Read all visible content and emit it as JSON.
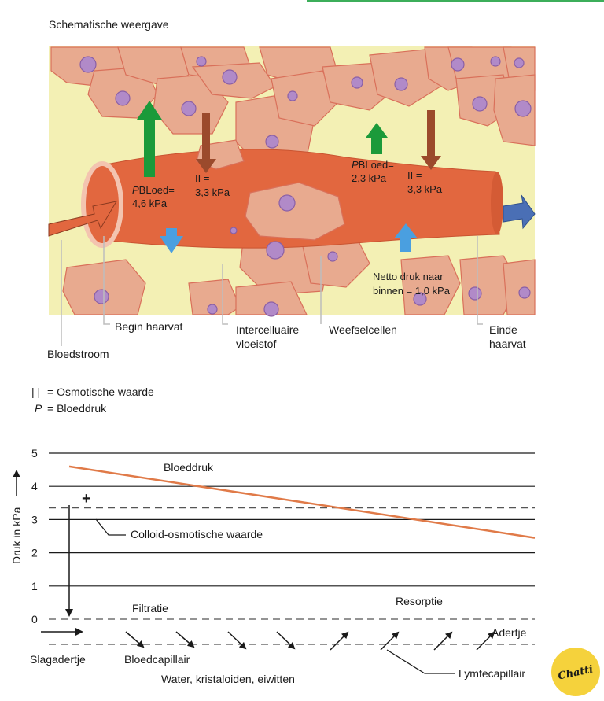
{
  "header": {
    "title": "Schematische weergave"
  },
  "diagram": {
    "arrow_left": {
      "p_prefix": "P",
      "p_rest": "BLoed=",
      "p_value": "4,6 kPa",
      "osm_symbol": "II =",
      "osm_value": "3,3 kPa"
    },
    "arrow_right": {
      "p_prefix": "P",
      "p_rest": "BLoed=",
      "p_value": "2,3 kPa",
      "osm_symbol": "II =",
      "osm_value": "3,3 kPa"
    },
    "net_line1": "Netto druk naar",
    "net_line2": "binnen = 1,0 kPa",
    "labels": {
      "bloedstroom": "Bloedstroom",
      "begin": "Begin haarvat",
      "intercel1": "Intercelluaire",
      "intercel2": "vloeistof",
      "weefsel": "Weefselcellen",
      "einde1": "Einde",
      "einde2": "haarvat"
    },
    "colors": {
      "background": "#f3f0b4",
      "cell": "#e8aa8f",
      "nucleus": "#b18ac8",
      "vessel": "#e2673f",
      "green_arrow": "#1b9a3a",
      "brown_arrow": "#9b4a2c",
      "blue_arrow": "#4a9fe0"
    }
  },
  "legend": {
    "osm_symbol": "| |",
    "osm_text": "= Osmotische waarde",
    "p_symbol": "P",
    "p_text": "= Bloeddruk"
  },
  "chart_data": {
    "type": "line",
    "ylabel": "Druk in kPa",
    "yticks": [
      "0",
      "1",
      "2",
      "3",
      "4",
      "5"
    ],
    "ylim": [
      0,
      5
    ],
    "series": [
      {
        "name": "Bloeddruk",
        "x": [
          0,
          1
        ],
        "y": [
          4.6,
          2.45
        ],
        "color": "#e07a48"
      },
      {
        "name": "Colloid-osmotische waarde",
        "x": [
          0,
          1
        ],
        "y": [
          3.35,
          3.35
        ],
        "style": "dashed"
      }
    ],
    "annotations": {
      "plus": "+",
      "filtratie": "Filtratie",
      "resorptie": "Resorptie",
      "adertje": "Adertje",
      "slagadertje": "Slagadertje",
      "bloedcapillair": "Bloedcapillair",
      "water": "Water, kristaloiden, eiwitten",
      "lymfecapillair": "Lymfecapillair"
    }
  },
  "badge": {
    "text": "Chatti",
    "color": "#f5d23c"
  }
}
